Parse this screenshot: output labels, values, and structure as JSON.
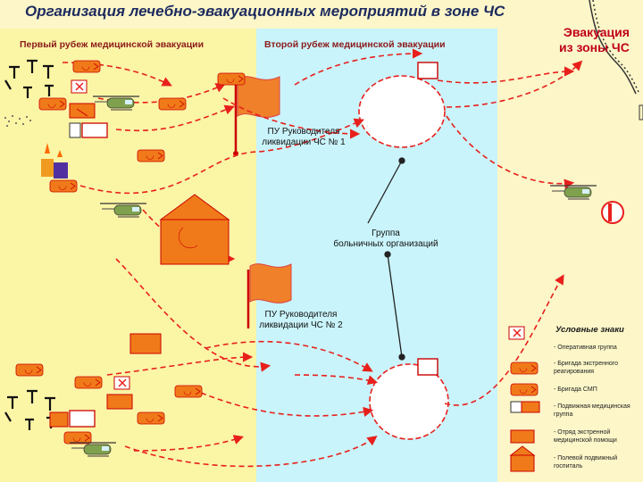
{
  "title": "Организация лечебно-эвакуационных мероприятий в зоне ЧС",
  "zones": {
    "first": "Первый рубеж медицинской эвакуации",
    "second": "Второй рубеж медицинской эвакуации",
    "evac_line1": "Эвакуация",
    "evac_line2": "из зоны ЧС"
  },
  "labels": {
    "pu1_line1": "ПУ Руководителя",
    "pu1_line2": "ликвидации  ЧС № 1",
    "hosp_line1": "Группа",
    "hosp_line2": "больничных организаций",
    "pu2_line1": "ПУ Руководителя",
    "pu2_line2": "ликвидации  ЧС № 2"
  },
  "legend": {
    "title": "Условные знаки",
    "items": [
      {
        "text": "- Оперативная группа",
        "icon": "operative-group-icon"
      },
      {
        "text": "- Бригада экстренного реагирования",
        "icon": "emergency-brigade-icon"
      },
      {
        "text": "- Бригада СМП",
        "icon": "ambulance-brigade-icon"
      },
      {
        "text": "- Подвижная медицинская группа",
        "icon": "mobile-med-group-icon"
      },
      {
        "text": "- Отряд экстренной медицинской помощи",
        "icon": "emergency-unit-icon"
      },
      {
        "text": "- Полевой подвижный госпиталь",
        "icon": "field-hospital-icon"
      }
    ]
  },
  "colors": {
    "accent_red": "#e8201c",
    "zone1": "#fbf5a6",
    "zone2": "#c9f4fb",
    "title": "#1d2a5e"
  }
}
